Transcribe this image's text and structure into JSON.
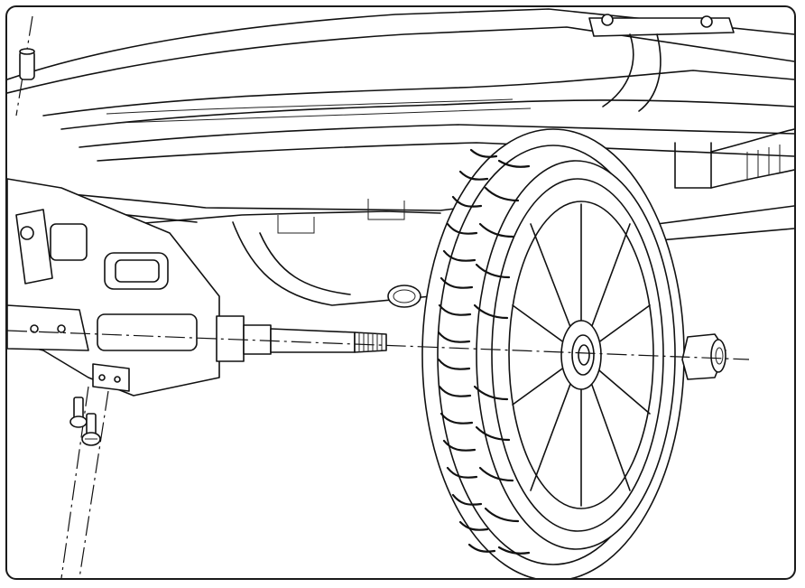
{
  "diagram": {
    "kind": "exploded-assembly-illustration",
    "parts": [
      "frame",
      "mounting-bracket",
      "axle-bolt",
      "rear-wheel",
      "lock-nut",
      "bracket-screws",
      "spacer-pin"
    ],
    "colors": {
      "line": "#111111",
      "background": "#ffffff",
      "frame_border": "#1a1a1a"
    }
  }
}
